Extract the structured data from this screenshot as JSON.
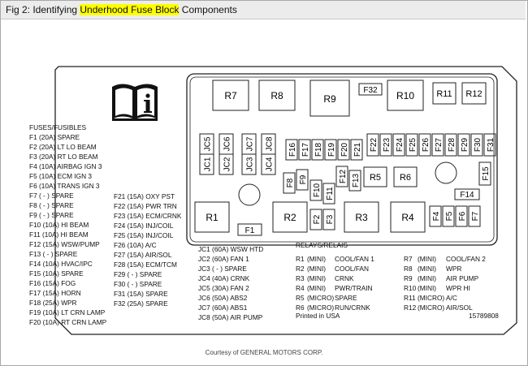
{
  "header": {
    "prefix": "Fig 2: Identifying ",
    "highlight": "Underhood Fuse Block",
    "suffix": " Components"
  },
  "fuses_title": "FUSES/FUSIBLES",
  "fuses_left": [
    "F1   (20A) SPARE",
    "F2   (20A) LT LO BEAM",
    "F3   (20A) RT LO BEAM",
    "F4   (10A) AIRBAG IGN 3",
    "F5   (10A) ECM IGN 3",
    "F6   (10A) TRANS IGN 3",
    "F7   ( - ) SPARE",
    "F8   ( - ) SPARE",
    "F9   ( - ) SPARE",
    "F10 (10A) HI BEAM",
    "F11 (10A) HI BEAM",
    "F12 (15A) WSW/PUMP",
    "F13 ( - ) SPARE",
    "F14 (10A) HVAC/IPC",
    "F15 (10A) SPARE",
    "F16 (15A) FOG",
    "F17 (15A) HORN",
    "F18 (25A) WPR",
    "F19 (10A) LT CRN LAMP",
    "F20 (10A) RT CRN LAMP"
  ],
  "fuses_right": [
    "F21 (15A) OXY PST",
    "F22 (15A) PWR TRN",
    "F23 (15A) ECM/CRNK",
    "F24 (15A) INJ/COIL",
    "F25 (15A) INJ/COIL",
    "F26 (10A) A/C",
    "F27 (15A) AIR/SOL",
    "F28 (15A) ECM/TCM",
    "F29 ( - ) SPARE",
    "F30 ( - ) SPARE",
    "F31 (15A) SPARE",
    "F32 (25A) SPARE"
  ],
  "jcases": [
    "JC1 (60A) WSW HTD",
    "JC2 (60A) FAN 1",
    "JC3 ( - )   SPARE",
    "JC4 (40A) CRNK",
    "JC5 (30A) FAN 2",
    "JC6 (50A) ABS2",
    "JC7 (60A) ABS1",
    "JC8 (50A) AIR PUMP"
  ],
  "relays_title": "RELAYS/RELAIS",
  "relays_left": [
    {
      "id": "R1",
      "type": "(MINI)",
      "func": "COOL/FAN 1"
    },
    {
      "id": "R2",
      "type": "(MINI)",
      "func": "COOL/FAN"
    },
    {
      "id": "R3",
      "type": "(MINI)",
      "func": "CRNK"
    },
    {
      "id": "R4",
      "type": "(MINI)",
      "func": "PWR/TRAIN"
    },
    {
      "id": "R5",
      "type": "(MICRO)",
      "func": "SPARE"
    },
    {
      "id": "R6",
      "type": "(MICRO)",
      "func": "RUN/CRNK"
    }
  ],
  "relays_right": [
    {
      "id": "R7",
      "type": "(MINI)",
      "func": "COOL/FAN 2"
    },
    {
      "id": "R8",
      "type": "(MINI)",
      "func": "WPR"
    },
    {
      "id": "R9",
      "type": "(MINI)",
      "func": "AIR PUMP"
    },
    {
      "id": "R10",
      "type": "(MINI)",
      "func": "WPR HI"
    },
    {
      "id": "R11",
      "type": "(MICRO)",
      "func": "A/C"
    },
    {
      "id": "R12",
      "type": "(MICRO)",
      "func": "AIR/SOL"
    }
  ],
  "printed": "Printed in USA",
  "part_number": "15789808",
  "credit": "Courtesy of GENERAL MOTORS CORP.",
  "icon": "manual-info-icon",
  "block_labels": {
    "R1": "R1",
    "R2": "R2",
    "R3": "R3",
    "R4": "R4",
    "R5": "R5",
    "R6": "R6",
    "R7": "R7",
    "R8": "R8",
    "R9": "R9",
    "R10": "R10",
    "R11": "R11",
    "R12": "R12",
    "F1": "F1",
    "F2": "F2",
    "F3": "F3",
    "F4": "F4",
    "F5": "F5",
    "F6": "F6",
    "F7": "F7",
    "F8": "F8",
    "F9": "F9",
    "F10": "F10",
    "F11": "F11",
    "F12": "F12",
    "F13": "F13",
    "F14": "F14",
    "F15": "F15",
    "F16": "F16",
    "F17": "F17",
    "F18": "F18",
    "F19": "F19",
    "F20": "F20",
    "F21": "F21",
    "F22": "F22",
    "F23": "F23",
    "F24": "F24",
    "F25": "F25",
    "F26": "F26",
    "F27": "F27",
    "F28": "F28",
    "F29": "F29",
    "F30": "F30",
    "F31": "F31",
    "F32": "F32",
    "JC1": "JC1",
    "JC2": "JC2",
    "JC3": "JC3",
    "JC4": "JC4",
    "JC5": "JC5",
    "JC6": "JC6",
    "JC7": "JC7",
    "JC8": "JC8"
  }
}
